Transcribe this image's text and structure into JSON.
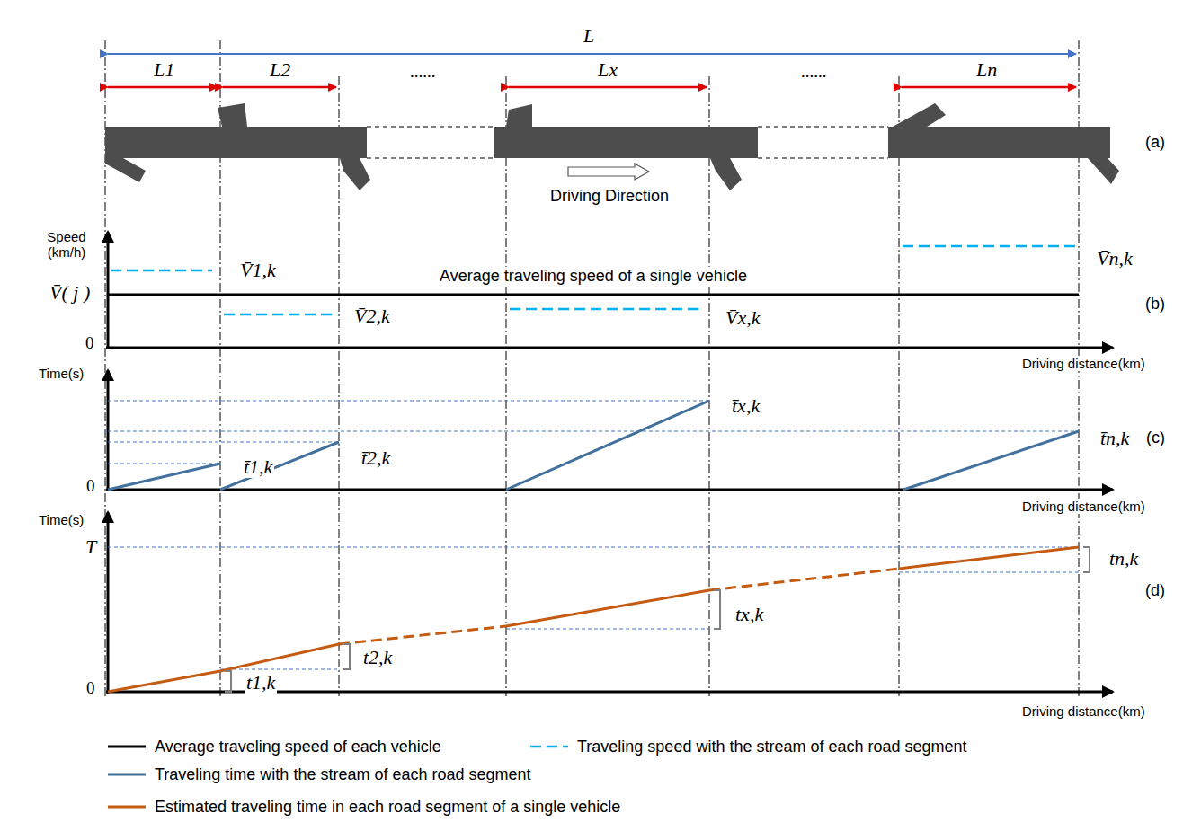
{
  "diagram": {
    "labels": [
      "L",
      "L1",
      "L2",
      "......",
      "Lx",
      "......",
      "Ln",
      "(a)",
      "Driving Direction",
      "Speed (km/h)",
      "V̄1,k",
      "V̄( j )",
      "0",
      "Average traveling speed of a single vehicle",
      "V̄n,k",
      "V̄2,k",
      "V̄x,k",
      "(b)",
      "Driving distance(km)",
      "Time(s)",
      "t̄x,k",
      "t̄1,k",
      "t̄2,k",
      "t̄n,k",
      "(c)",
      "0",
      "Driving distance(km)",
      "Time(s)",
      "T",
      "tn,k",
      "(d)",
      "tx,k",
      "t2,k",
      "0",
      "t1,k",
      "Driving distance(km)"
    ],
    "legend": [
      {
        "text": "Average traveling speed of each vehicle"
      },
      {
        "text": "Traveling speed with the stream of each road segment"
      },
      {
        "text": "Traveling time with the stream of each road segment"
      },
      {
        "text": "Estimated traveling time in each road segment of a single vehicle"
      }
    ]
  }
}
